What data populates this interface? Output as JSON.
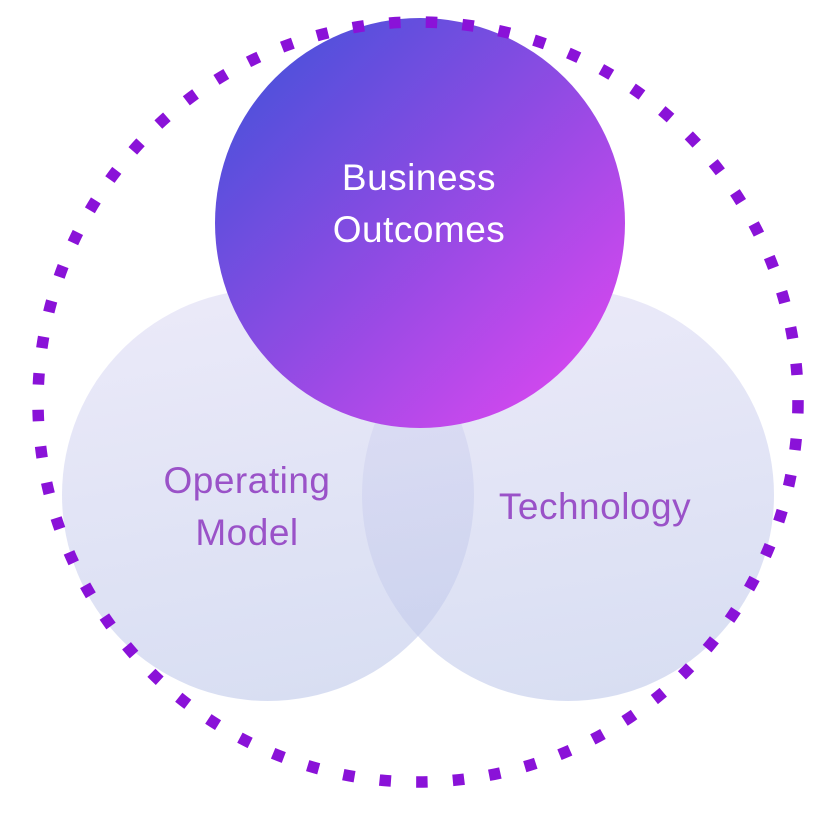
{
  "colors": {
    "dot": "#8A12D8",
    "gradient-start": "#3B52D9",
    "gradient-mid": "#8F4BE3",
    "gradient-end": "#E747F2",
    "label-purple": "#9A52C8",
    "label-white": "#FFFFFF",
    "soft-circle-top": "#ECEAF9",
    "soft-circle-bottom": "#DAE0F3"
  },
  "diagram": {
    "type": "venn-three-circles",
    "ring": {
      "style": "dotted-square-dashes",
      "color": "#8A12D8"
    },
    "circles": [
      {
        "name": "business-outcomes",
        "lines": [
          "Business",
          "Outcomes"
        ],
        "text_color": "#FFFFFF",
        "fill": "blue-to-magenta-gradient"
      },
      {
        "name": "operating-model",
        "lines": [
          "Operating",
          "Model"
        ],
        "text_color": "#9A52C8",
        "fill": "light-lavender"
      },
      {
        "name": "technology",
        "lines": [
          "Technology"
        ],
        "text_color": "#9A52C8",
        "fill": "light-lavender"
      }
    ]
  }
}
